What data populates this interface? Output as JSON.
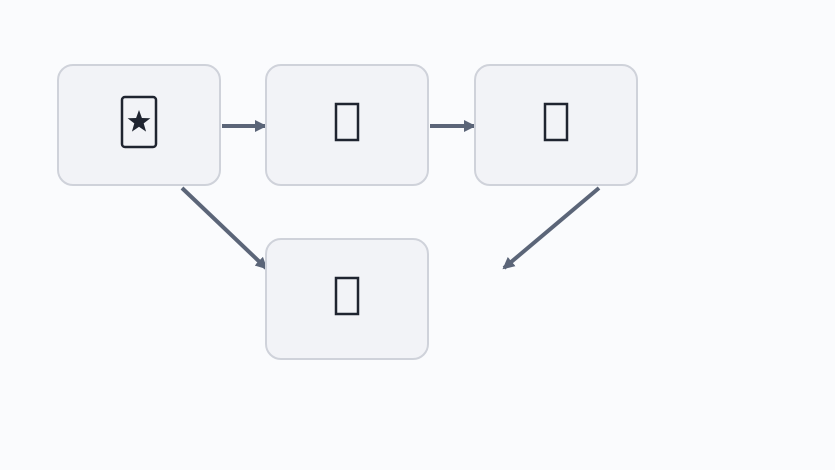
{
  "colors": {
    "background": "#fafbfd",
    "node_fill": "#f2f3f7",
    "node_border": "#cfd2da",
    "edge": "#5b6578",
    "glyph": "#1f2430"
  },
  "nodes": [
    {
      "id": "node-1",
      "icon": "star-card-icon",
      "glyph": "🃏"
    },
    {
      "id": "node-2",
      "icon": "placeholder-glyph-icon",
      "glyph": ""
    },
    {
      "id": "node-3",
      "icon": "placeholder-glyph-icon",
      "glyph": ""
    },
    {
      "id": "node-4",
      "icon": "placeholder-glyph-icon",
      "glyph": ""
    }
  ],
  "edges": [
    {
      "from": "node-1",
      "to": "node-2"
    },
    {
      "from": "node-2",
      "to": "node-3"
    },
    {
      "from": "node-1",
      "to": "node-4"
    },
    {
      "from": "node-3",
      "to": "dangling-end"
    }
  ]
}
